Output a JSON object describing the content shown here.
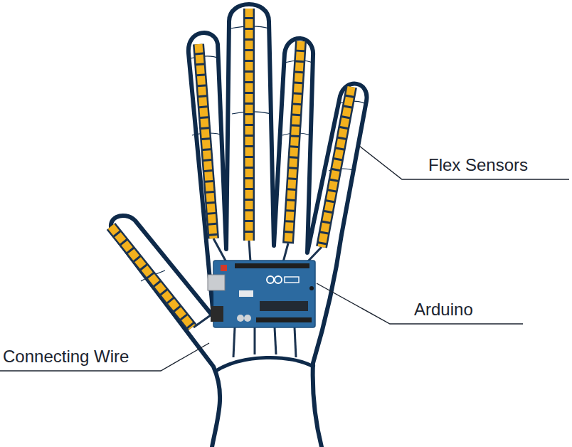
{
  "diagram": {
    "labels": [
      "Flex Sensors",
      "Arduino",
      "Connecting Wire"
    ]
  }
}
